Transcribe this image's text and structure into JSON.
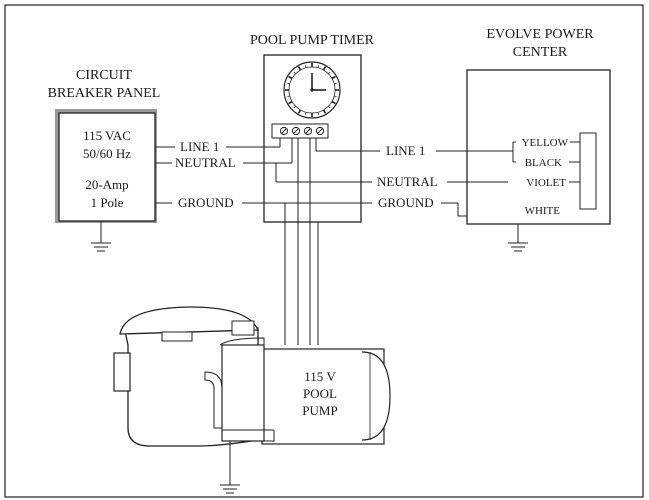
{
  "panel": {
    "title_line1": "CIRCUIT",
    "title_line2": "BREAKER PANEL",
    "spec_line1": "115 VAC",
    "spec_line2": "50/60 Hz",
    "spec_line3": "20-Amp",
    "spec_line4": "1 Pole"
  },
  "timer": {
    "title": "POOL PUMP TIMER"
  },
  "center": {
    "title_line1": "EVOLVE POWER",
    "title_line2": "CENTER",
    "terminals": [
      "YELLOW",
      "BLACK",
      "VIOLET",
      "WHITE"
    ]
  },
  "wires": {
    "line1_left": "LINE 1",
    "neutral_left": "NEUTRAL",
    "ground_left": "GROUND",
    "line1_right": "LINE 1",
    "neutral_right": "NEUTRAL",
    "ground_right": "GROUND"
  },
  "pump": {
    "label_line1": "115 V",
    "label_line2": "POOL",
    "label_line3": "PUMP"
  }
}
